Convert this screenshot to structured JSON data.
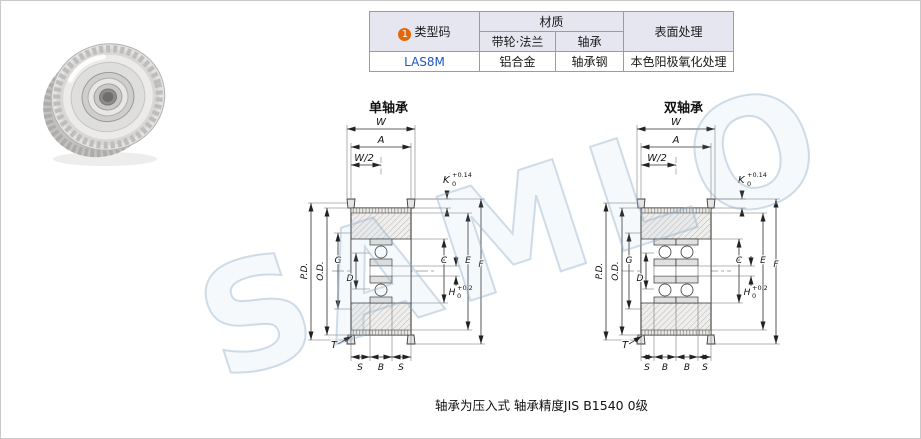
{
  "page": {
    "footnote": "轴承为压入式 轴承精度JIS B1540 0级",
    "watermark": "SAMLO"
  },
  "colors": {
    "accent_blue": "#1d56c0",
    "badge_orange": "#e2690b",
    "table_header_bg": "#e6e6f1",
    "watermark_blue": "#8fb0cc"
  },
  "table": {
    "headers": {
      "type_code_badge": "1",
      "type_code": "类型码",
      "material": "材质",
      "pulley_flange": "带轮·法兰",
      "bearing": "轴承",
      "surface": "表面处理"
    },
    "row": {
      "type_code": "LAS8M",
      "pulley_flange_material": "铝合金",
      "bearing_material": "轴承钢",
      "surface_treatment": "本色阳极氧化处理"
    }
  },
  "drawings": {
    "single": {
      "label": "单轴承",
      "bottom_dims": [
        "S",
        "B",
        "S"
      ]
    },
    "double": {
      "label": "双轴承",
      "bottom_dims": [
        "S",
        "B",
        "B",
        "S"
      ]
    },
    "dims": {
      "W": "W",
      "A": "A",
      "W2": "W/2",
      "K": "K",
      "K_tol_upper": "+0.14",
      "K_tol_lower": "0",
      "PD": "P.D.",
      "OD": "O.D.",
      "G": "G",
      "D": "D",
      "C": "C",
      "H": "H",
      "H_tol_upper": "+0.2",
      "H_tol_lower": "0",
      "E": "E",
      "F": "F",
      "T": "T"
    }
  }
}
